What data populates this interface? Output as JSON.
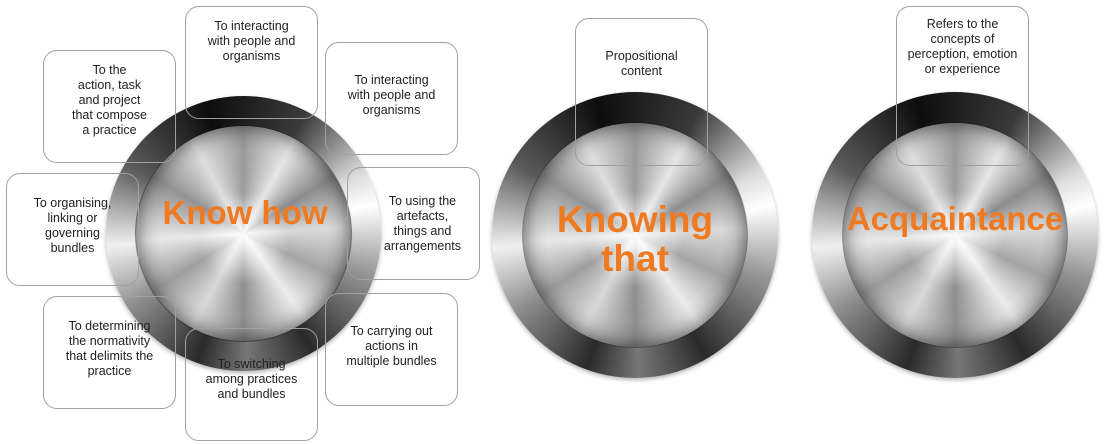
{
  "knobs": [
    {
      "label": "Know how"
    },
    {
      "label": "Knowing\nthat"
    },
    {
      "label": "Acquaintance"
    }
  ],
  "know_how_boxes": [
    "To interacting\nwith people and\norganisms",
    "To the\naction, task\nand project\nthat compose\na practice",
    "To interacting\nwith people and\norganisms",
    "To organising,\nlinking or\ngoverning\nbundles",
    "To using the\nartefacts,\nthings and\narrangements",
    "To determining\nthe normativity\nthat delimits the\npractice",
    "To carrying out\nactions in\nmultiple bundles",
    "To switching\namong practices\nand bundles"
  ],
  "knowing_that_box": "Propositional\ncontent",
  "acquaintance_box": "Refers to the\nconcepts of\nperception, emotion\nor experience"
}
